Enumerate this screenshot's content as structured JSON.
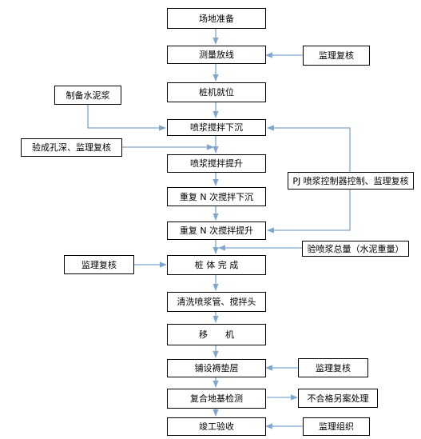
{
  "colors": {
    "connector": "#7ea6cf",
    "box_border": "#000000",
    "text": "#000000"
  },
  "main_steps": [
    {
      "label": "场地准备"
    },
    {
      "label": "测量放线"
    },
    {
      "label": "桩机就位"
    },
    {
      "label": "喷浆搅拌下沉"
    },
    {
      "label": "喷浆搅拌提升"
    },
    {
      "label": "重复 N 次搅拌下沉"
    },
    {
      "label": "重复 N 次搅拌提升"
    },
    {
      "label": "桩 体 完 成"
    },
    {
      "label": "清洗喷浆管、搅拌头"
    },
    {
      "label": "移　　机"
    },
    {
      "label": "铺设褥垫层"
    },
    {
      "label": "复合地基检测"
    },
    {
      "label": "竣工验收"
    }
  ],
  "side_nodes": [
    {
      "label": "监理复核"
    },
    {
      "label": "制备水泥浆"
    },
    {
      "label": "验成孔深、监理复核"
    },
    {
      "label": "PJ 喷浆控制器控制、监理复核"
    },
    {
      "label": "验喷浆总量（水泥重量）"
    },
    {
      "label": "监理复核"
    },
    {
      "label": "监理复核"
    },
    {
      "label": "不合格另案处理"
    },
    {
      "label": "监理组织"
    }
  ]
}
